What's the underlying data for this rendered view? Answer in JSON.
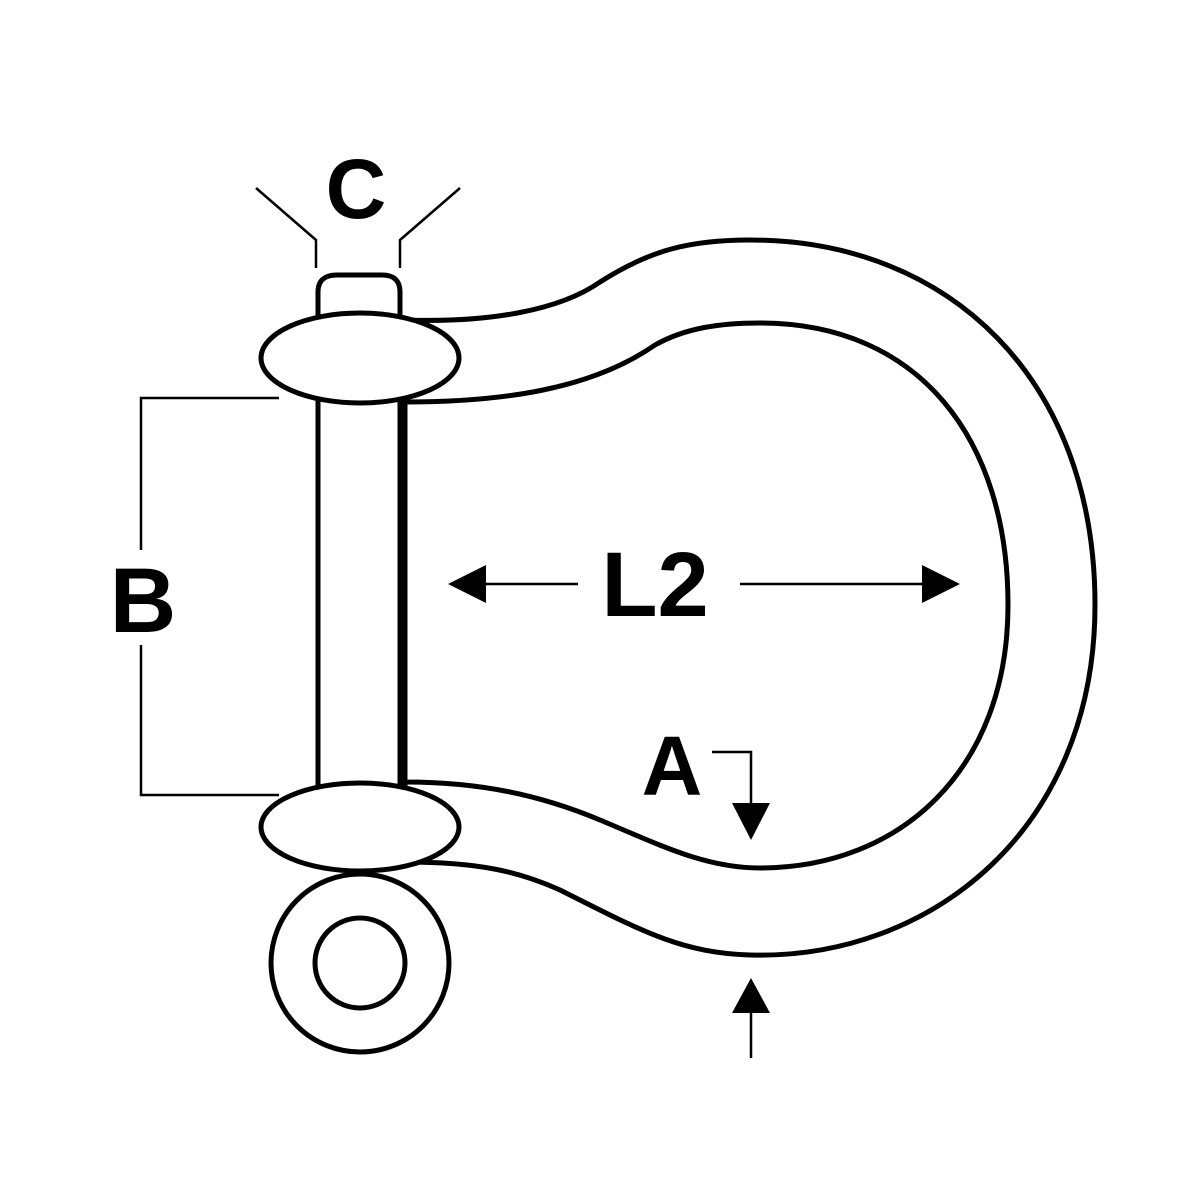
{
  "diagram": {
    "labels": {
      "c": "C",
      "b": "B",
      "l2": "L2",
      "a": "A"
    },
    "colors": {
      "line": "#000000",
      "background": "#ffffff"
    }
  }
}
